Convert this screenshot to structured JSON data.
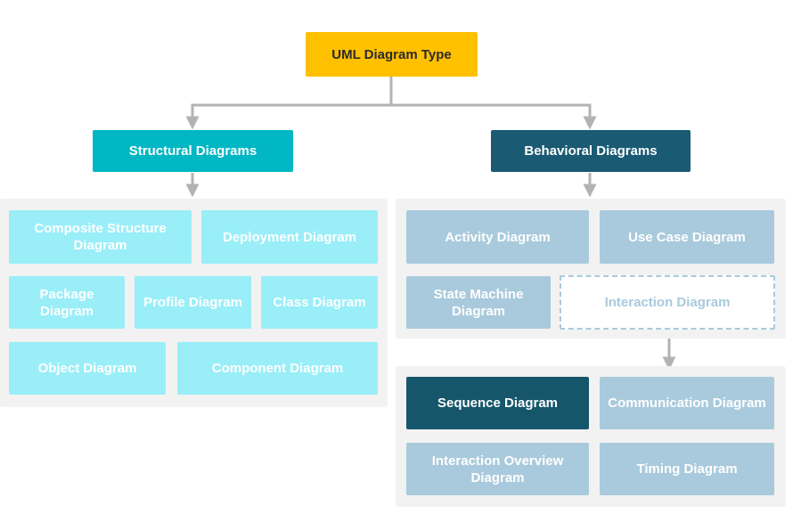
{
  "root": {
    "label": "UML Diagram Type"
  },
  "structural": {
    "title": "Structural Diagrams",
    "items": [
      "Composite Structure Diagram",
      "Deployment Diagram",
      "Package Diagram",
      "Profile Diagram",
      "Class Diagram",
      "Object Diagram",
      "Component Diagram"
    ]
  },
  "behavioral": {
    "title": "Behavioral Diagrams",
    "items": [
      "Activity Diagram",
      "Use Case Diagram",
      "State Machine Diagram",
      "Interaction Diagram"
    ]
  },
  "interaction": {
    "items": [
      "Sequence Diagram",
      "Communication Diagram",
      "Interaction Overview Diagram",
      "Timing Diagram"
    ]
  },
  "colors": {
    "root": "#ffc000",
    "structural_header": "#00b7c3",
    "structural_item": "#99eef8",
    "behavioral_header": "#1a5a73",
    "behavioral_item": "#a9cadc",
    "highlight": "#15566b",
    "connector": "#b3b3b3",
    "panel": "#f2f2f2"
  }
}
